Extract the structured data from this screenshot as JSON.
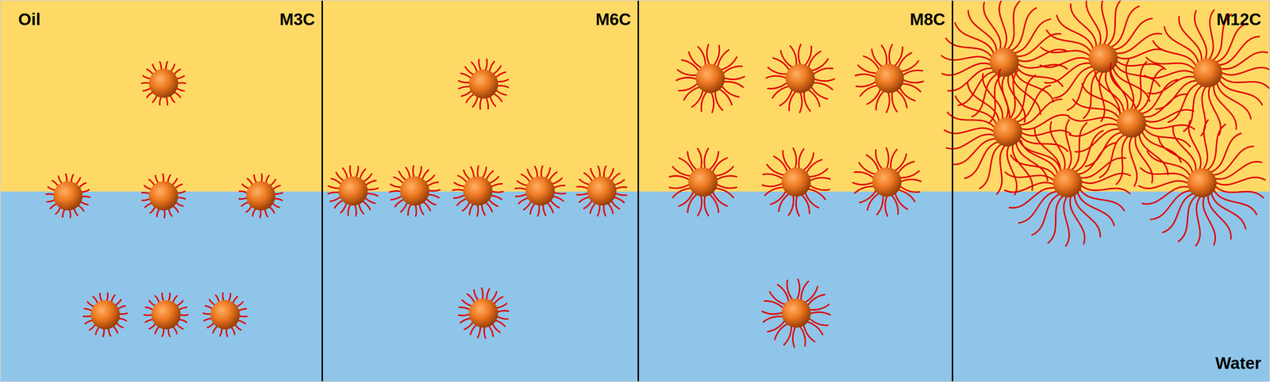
{
  "diagram": {
    "labels": [
      "Oil",
      "M3C",
      "M6C",
      "M8C",
      "M12C",
      "Water"
    ]
  }
}
